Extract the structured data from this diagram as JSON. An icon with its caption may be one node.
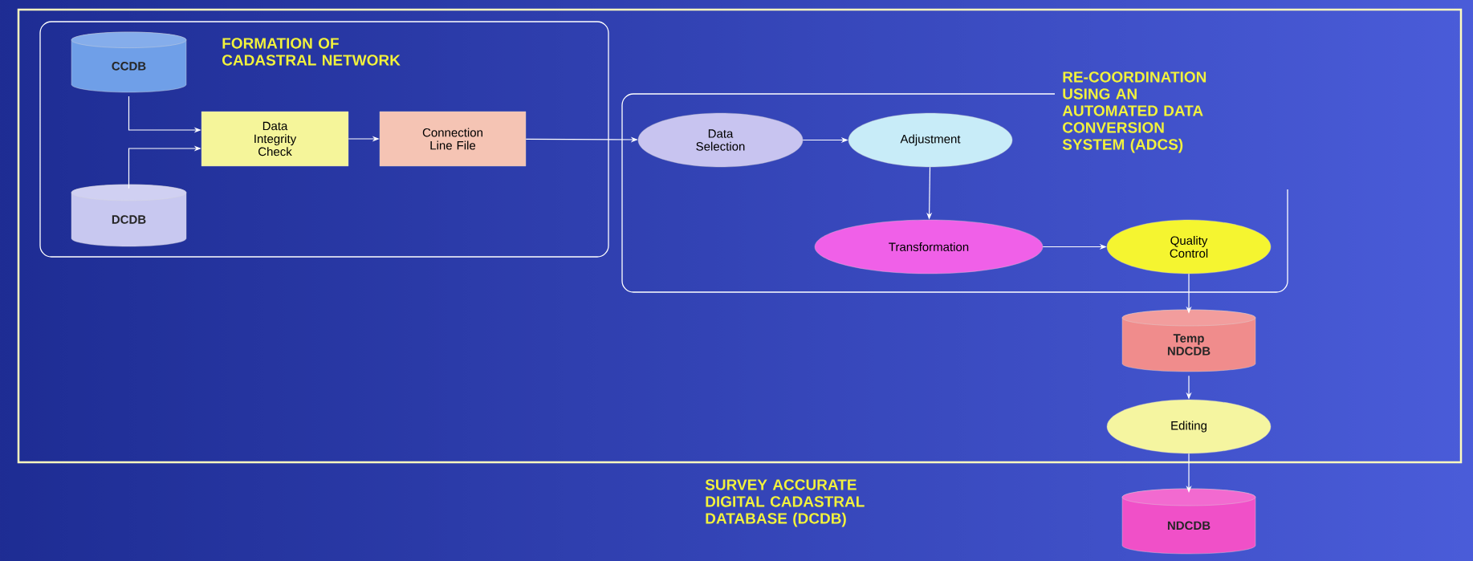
{
  "diagram": {
    "nodes": [
      {
        "text": [
          "FORMATION OF CADASTRAL NETWORK"
        ]
      },
      {
        "text": [
          "CCDB"
        ],
        "in": 0
      },
      {
        "text": [
          "DCDB"
        ],
        "in": 0
      },
      {
        "text": [
          "Data Integrity Check"
        ],
        "in": 0
      },
      {
        "text": [
          "Connection Line File"
        ],
        "in": 0
      },
      {
        "text": [
          "RE-COORDINATION USING AN AUTOMATED DATA CONVERSION SYSTEM (ADCS)"
        ]
      },
      {
        "text": [
          "Data Selection"
        ],
        "in": 5
      },
      {
        "text": [
          "Adjustment"
        ],
        "in": 5
      },
      {
        "text": [
          "Transformation"
        ],
        "in": 5
      },
      {
        "text": [
          "Quality Control"
        ],
        "in": 5
      },
      {
        "text": [
          "Temp NDCDB"
        ]
      },
      {
        "text": [
          "Editing"
        ]
      },
      {
        "text": [
          "NDCDB"
        ]
      }
    ],
    "edges": [
      {
        "from": 1,
        "to": 3,
        "arrow": "to"
      },
      {
        "from": 2,
        "to": 3,
        "arrow": "to"
      },
      {
        "from": 3,
        "to": 4,
        "arrow": "to"
      },
      {
        "from": 4,
        "to": 6,
        "arrow": "to"
      },
      {
        "from": 6,
        "to": 7,
        "arrow": "to"
      },
      {
        "from": 7,
        "to": 8,
        "arrow": "to"
      },
      {
        "from": 8,
        "to": 9,
        "arrow": "to"
      },
      {
        "from": 9,
        "to": 10,
        "arrow": "to"
      },
      {
        "from": 10,
        "to": 11,
        "arrow": "to"
      },
      {
        "from": 11,
        "to": 12,
        "arrow": "to"
      }
    ],
    "labels": [
      "SURVEY ACCURATE DIGITAL CADASTRAL DATABASE (DCDB)"
    ]
  }
}
